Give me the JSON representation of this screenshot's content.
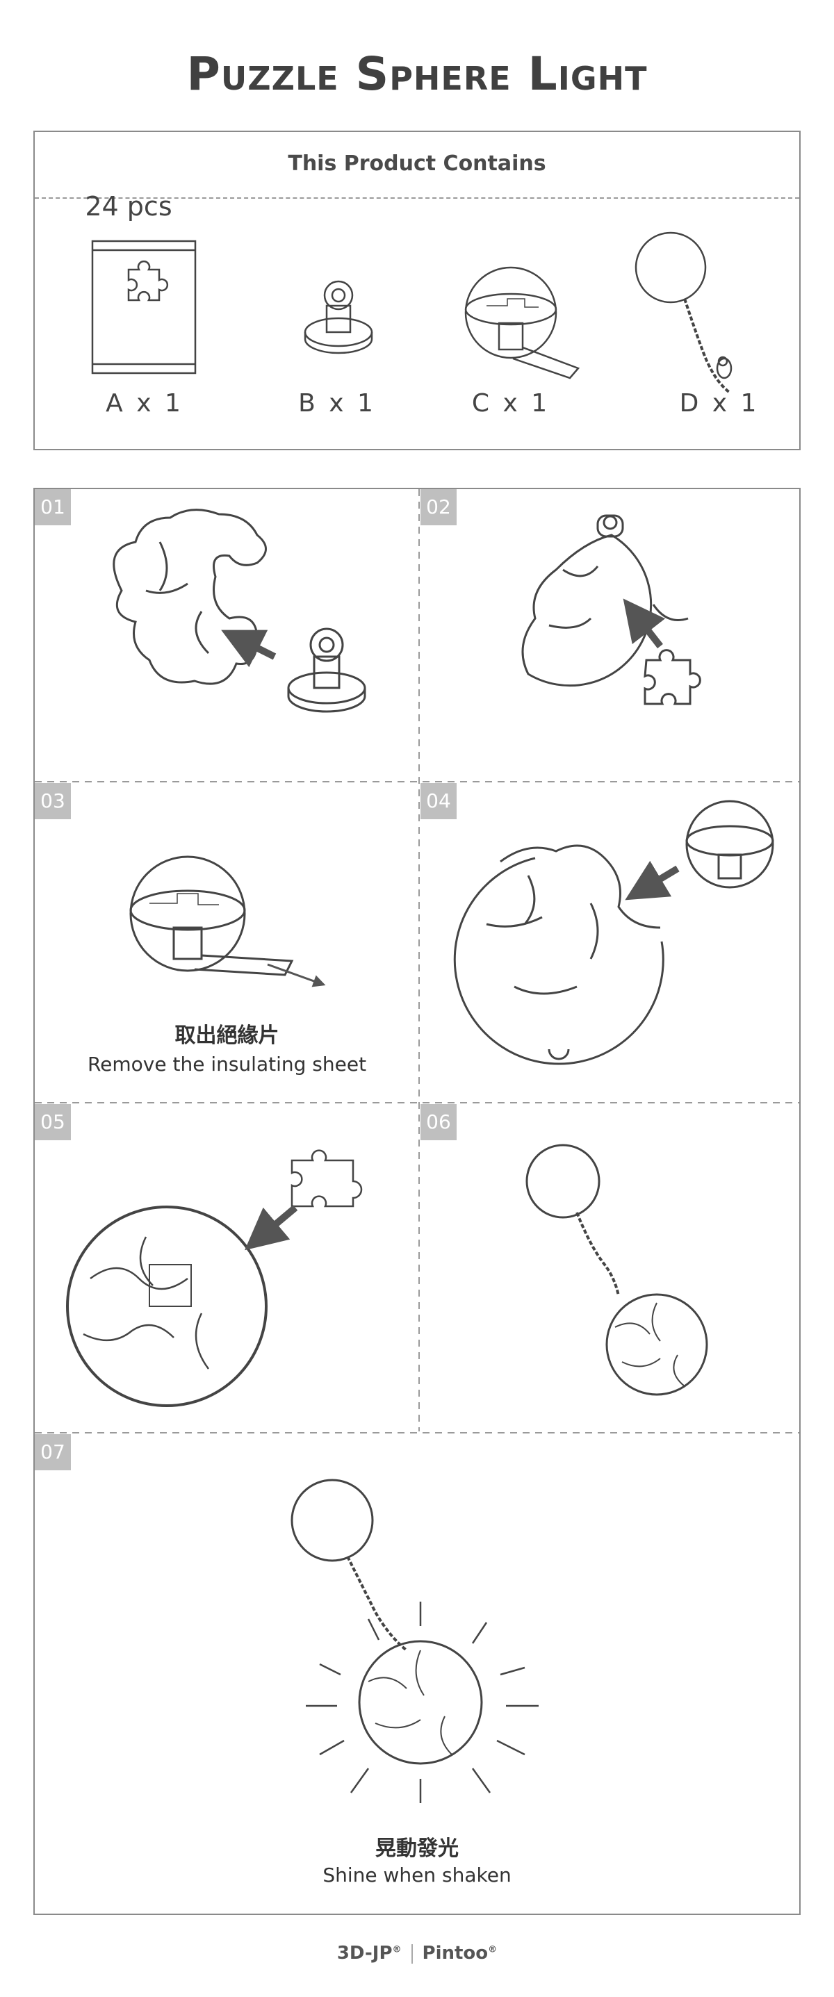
{
  "title": "Puzzle Sphere Light",
  "contents": {
    "heading": "This Product Contains",
    "pieces_count": "24 pcs",
    "parts": [
      {
        "label": "A x 1",
        "icon": "puzzle-pack-icon"
      },
      {
        "label": "B x 1",
        "icon": "pin-connector-icon"
      },
      {
        "label": "C x 1",
        "icon": "light-capsule-icon"
      },
      {
        "label": "D x 1",
        "icon": "keychain-icon"
      }
    ]
  },
  "steps": [
    {
      "num": "01"
    },
    {
      "num": "02"
    },
    {
      "num": "03",
      "caption_cn": "取出絕緣片",
      "caption_en": "Remove the insulating sheet"
    },
    {
      "num": "04"
    },
    {
      "num": "05"
    },
    {
      "num": "06"
    },
    {
      "num": "07",
      "caption_cn": "晃動發光",
      "caption_en": "Shine when shaken"
    }
  ],
  "brand": {
    "name1": "3D-JP",
    "name2": "Pintoo",
    "mark": "®"
  }
}
